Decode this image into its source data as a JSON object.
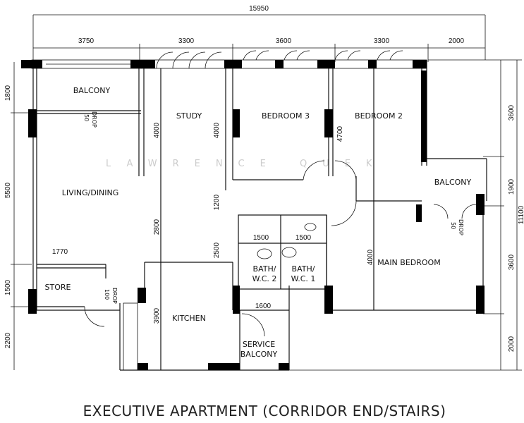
{
  "plan": {
    "title": "EXECUTIVE APARTMENT (CORRIDOR END/STAIRS)",
    "watermark": "LAWRENCE QUEK",
    "top_dims": {
      "total": "15950",
      "segments": [
        "3750",
        "3300",
        "3600",
        "3300",
        "2000"
      ]
    },
    "left_dims": [
      "1800",
      "5500",
      "1500",
      "2200"
    ],
    "right_dims": {
      "total": "11100",
      "segments": [
        "3600",
        "1900",
        "3600",
        "2000"
      ]
    },
    "interior_dims": [
      "4000",
      "4000",
      "4700",
      "1200",
      "2800",
      "2500",
      "4000",
      "3900",
      "1770",
      "1500",
      "1500",
      "1600"
    ],
    "rooms": {
      "balcony_left": "BALCONY",
      "study": "STUDY",
      "bedroom3": "BEDROOM 3",
      "bedroom2": "BEDROOM 2",
      "balcony_right": "BALCONY",
      "living": "LIVING/DINING",
      "store": "STORE",
      "kitchen": "KITCHEN",
      "bath2_a": "BATH/",
      "bath2_b": "W.C. 2",
      "bath1_a": "BATH/",
      "bath1_b": "W.C. 1",
      "service_a": "SERVICE",
      "service_b": "BALCONY",
      "main_bedroom": "MAIN BEDROOM"
    },
    "drop_labels": {
      "d1_a": "50",
      "d1_b": "DROP",
      "d2_a": "50",
      "d2_b": "DROP",
      "d3_a": "100",
      "d3_b": "DROP"
    }
  }
}
